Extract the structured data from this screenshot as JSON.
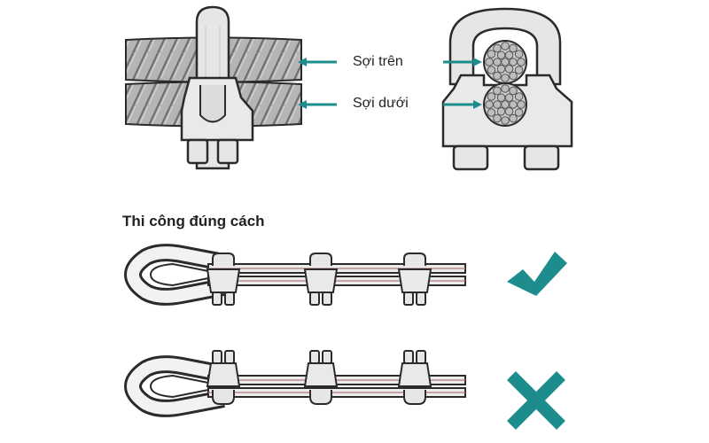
{
  "labels": {
    "upper_strand": "Sợi trên",
    "lower_strand": "Sợi dưới",
    "section_title": "Thi công đúng cách"
  },
  "colors": {
    "accent": "#1c8c8c",
    "outline": "#2b2b2b",
    "rope": "#b0b0b0",
    "metal": "#e4e4e4"
  },
  "examples": [
    {
      "verdict": "correct",
      "icon": "check-icon"
    },
    {
      "verdict": "incorrect",
      "icon": "cross-icon"
    }
  ]
}
